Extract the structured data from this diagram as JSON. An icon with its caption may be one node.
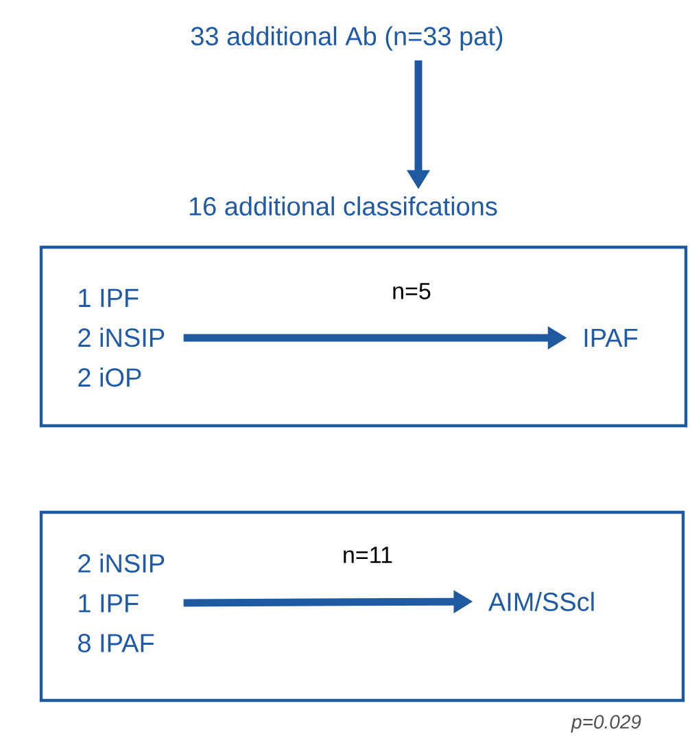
{
  "diagram": {
    "nodes": [
      {
        "text": [
          "33 additional Ab (n=33 pat)"
        ]
      },
      {
        "text": [
          "16 additional classifcations"
        ]
      },
      {
        "text": [],
        "shape": "box"
      },
      {
        "text": [
          "1 IPF",
          "2 iNSIP",
          "2 iOP"
        ],
        "in": 2
      },
      {
        "text": [
          "IPAF"
        ],
        "in": 2
      },
      {
        "text": [],
        "shape": "box"
      },
      {
        "text": [
          "2 iNSIP",
          "1 IPF",
          "8 IPAF"
        ],
        "in": 5
      },
      {
        "text": [
          "AIM/SScl"
        ],
        "in": 5
      }
    ],
    "edges": [
      {
        "from": 0,
        "to": 1,
        "arrow": "to"
      },
      {
        "from": 3,
        "to": 4,
        "arrow": "to",
        "label": "n=5"
      },
      {
        "from": 6,
        "to": 7,
        "arrow": "to",
        "label": "n=11"
      }
    ],
    "labels": [
      "p=0.029"
    ]
  }
}
